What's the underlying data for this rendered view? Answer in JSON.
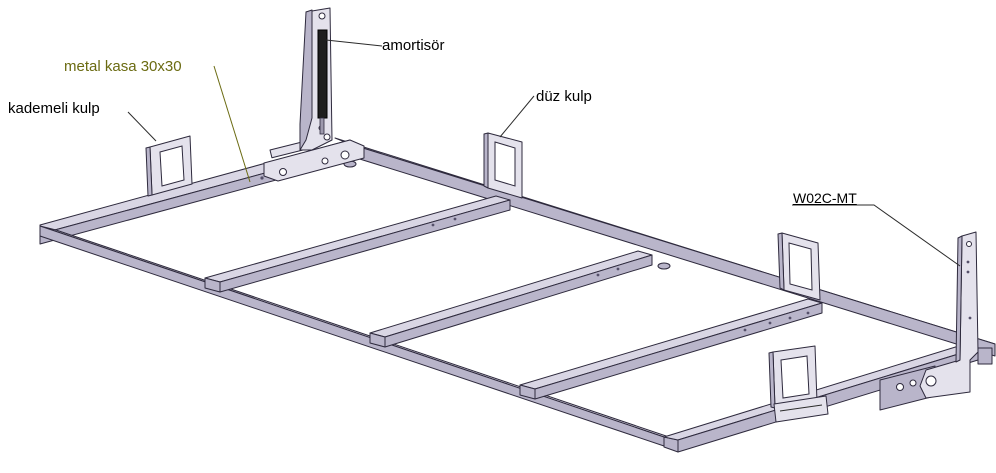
{
  "labels": {
    "amortisor": "amortisör",
    "metal_kasa": "metal kasa 30x30",
    "kademeli_kulp": "kademeli kulp",
    "duz_kulp": "düz kulp",
    "part_code": "W02C-MT"
  },
  "colors": {
    "frame_top": "#d9d6e4",
    "frame_side": "#b9b5ca",
    "frame_edge": "#2e2a3d",
    "leader": "#2b2b2b",
    "olive_text": "#6b6b12",
    "shock_body": "#1e1e1e"
  }
}
